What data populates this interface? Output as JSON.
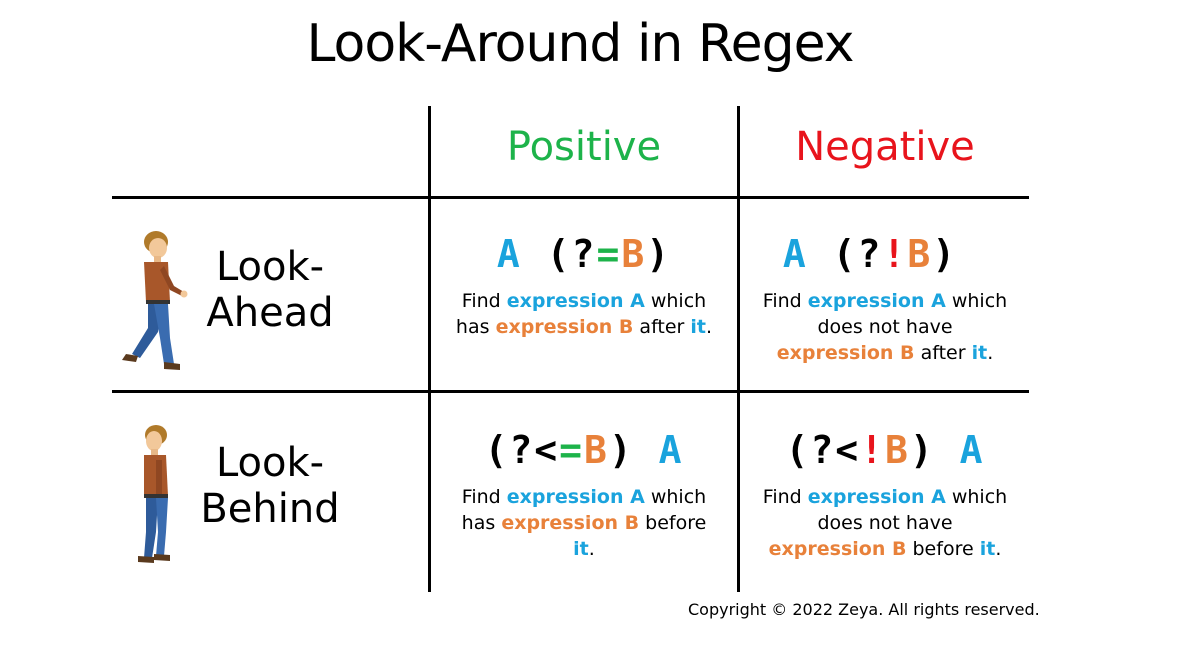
{
  "title": "Look-Around in Regex",
  "columns": {
    "positive": "Positive",
    "negative": "Negative"
  },
  "rows": {
    "lookahead": {
      "line1": "Look-",
      "line2": "Ahead"
    },
    "lookbehind": {
      "line1": "Look-",
      "line2": "Behind"
    }
  },
  "cells": {
    "pos_ahead": {
      "formula": {
        "a": "A",
        "open": "(",
        "q": "?",
        "op": "=",
        "b": "B",
        "close": ")"
      },
      "desc": {
        "find": "Find",
        "expr_a": "expression A",
        "which": "which",
        "has": "has",
        "expr_b": "expression B",
        "after": "after",
        "it": "it",
        "dot": "."
      }
    },
    "neg_ahead": {
      "formula": {
        "a": "A",
        "open": "(",
        "q": "?",
        "op": "!",
        "b": "B",
        "close": ")"
      },
      "desc": {
        "find": "Find",
        "expr_a": "expression A",
        "which": "which",
        "not": "does not have",
        "expr_b": "expression B",
        "after": "after",
        "it": "it",
        "dot": "."
      }
    },
    "pos_behind": {
      "formula": {
        "open": "(",
        "q": "?<",
        "op": "=",
        "b": "B",
        "close": ")",
        "a": "A"
      },
      "desc": {
        "find": "Find",
        "expr_a": "expression A",
        "which": "which",
        "has": "has",
        "expr_b": "expression B",
        "before": "before",
        "it": "it",
        "dot": "."
      }
    },
    "neg_behind": {
      "formula": {
        "open": "(",
        "q": "?<",
        "op": "!",
        "b": "B",
        "close": ")",
        "a": "A"
      },
      "desc": {
        "find": "Find",
        "expr_a": "expression A",
        "which": "which",
        "not": "does not have",
        "expr_b": "expression B",
        "before": "before",
        "it": "it",
        "dot": "."
      }
    }
  },
  "copyright": "Copyright © 2022 Zeya. All rights reserved.",
  "colors": {
    "expression_a": "#1aa3dd",
    "expression_b": "#e8813a",
    "positive": "#1db34a",
    "negative": "#e8141c"
  }
}
